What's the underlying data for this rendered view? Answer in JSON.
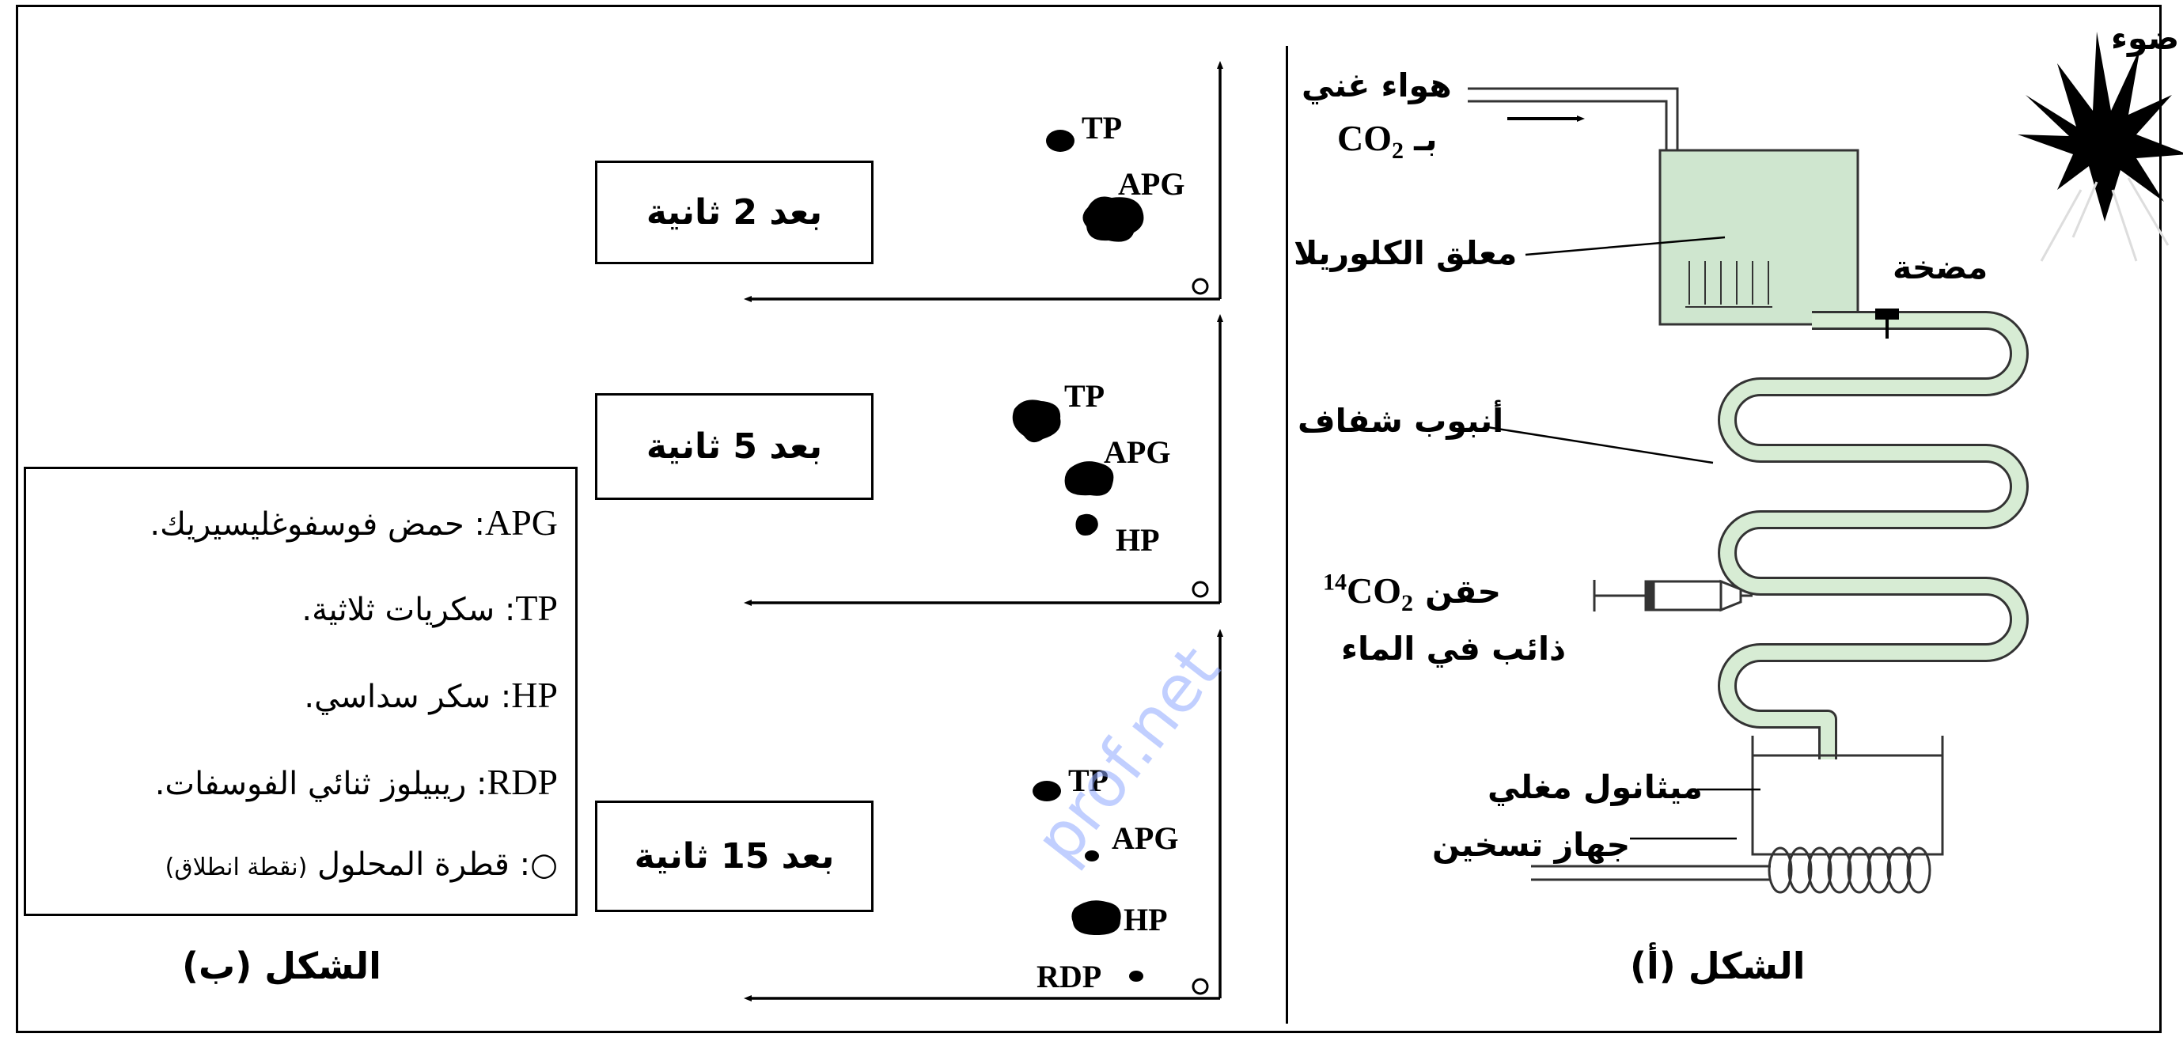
{
  "figure_a": {
    "caption": "الشكل (أ)",
    "labels": {
      "light": "ضوء",
      "air_line1": "هواء غني",
      "air_line2_prefix": "بـ",
      "co2_main": "CO",
      "co2_sub": "2",
      "chlorella": "معلق الكلوريلا",
      "pump": "مضخة",
      "tube": "أنبوب شفاف",
      "inject_prefix": "حقن",
      "inject_sup": "14",
      "inject_main": "CO",
      "inject_sub": "2",
      "inject_line2": "ذائب في الماء",
      "methanol": "ميثانول مغلي",
      "heater": "جهاز تسخين"
    },
    "colors": {
      "suspension": "#cfe6cf",
      "tube_fill": "#d7ecd4",
      "outline": "#333333"
    }
  },
  "figure_b": {
    "caption": "الشكل (ب)",
    "panels": [
      {
        "time": "بعد 2 ثانية",
        "spots": [
          "TP",
          "APG"
        ]
      },
      {
        "time": "بعد 5 ثانية",
        "spots": [
          "TP",
          "APG",
          "HP"
        ]
      },
      {
        "time": "بعد 15 ثانية",
        "spots": [
          "TP",
          "APG",
          "HP",
          "RDP"
        ]
      }
    ],
    "legend": [
      {
        "abbr": "APG",
        "text": ": حمض فوسفوغليسيريك."
      },
      {
        "abbr": "TP",
        "text": ": سكريات ثلاثية."
      },
      {
        "abbr": "HP",
        "text": ": سكر سداسي."
      },
      {
        "abbr": "RDP",
        "text": ": ريبيلوز ثنائي الفوسفات."
      },
      {
        "abbr": "○",
        "text": ": قطرة المحلول",
        "note": "(نقطة انطلاق)"
      }
    ]
  },
  "watermark": "prof.net"
}
